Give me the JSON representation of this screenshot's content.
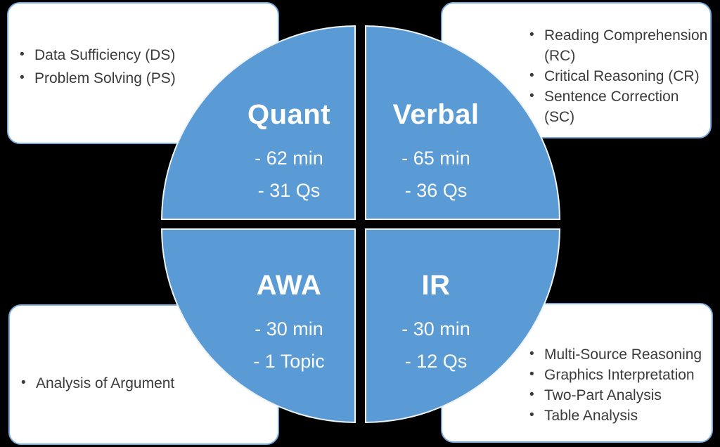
{
  "colors": {
    "background": "#000000",
    "quadrant_fill": "#5b9bd5",
    "quadrant_stroke": "#eef3f8",
    "box_fill": "#ffffff",
    "box_border": "#7aabdc",
    "box_text": "#3b3b3b",
    "quadrant_text": "#ffffff"
  },
  "quadrants": [
    {
      "id": "quant",
      "title": "Quant",
      "details": [
        "- 62 min",
        "- 31 Qs"
      ]
    },
    {
      "id": "verbal",
      "title": "Verbal",
      "details": [
        "- 65 min",
        "- 36 Qs"
      ]
    },
    {
      "id": "awa",
      "title": "AWA",
      "details": [
        "- 30 min",
        "- 1 Topic"
      ]
    },
    {
      "id": "ir",
      "title": "IR",
      "details": [
        "- 30 min",
        "- 12 Qs"
      ]
    }
  ],
  "callouts": [
    {
      "id": "quant-topics",
      "items": [
        "Data Sufficiency (DS)",
        "Problem Solving (PS)"
      ]
    },
    {
      "id": "verbal-topics",
      "items": [
        "Reading Comprehension (RC)",
        "Critical Reasoning (CR)",
        "Sentence Correction (SC)"
      ]
    },
    {
      "id": "awa-topics",
      "items": [
        "Analysis of Argument"
      ]
    },
    {
      "id": "ir-topics",
      "items": [
        "Multi-Source Reasoning",
        "Graphics Interpretation",
        "Two-Part Analysis",
        "Table Analysis"
      ]
    }
  ]
}
